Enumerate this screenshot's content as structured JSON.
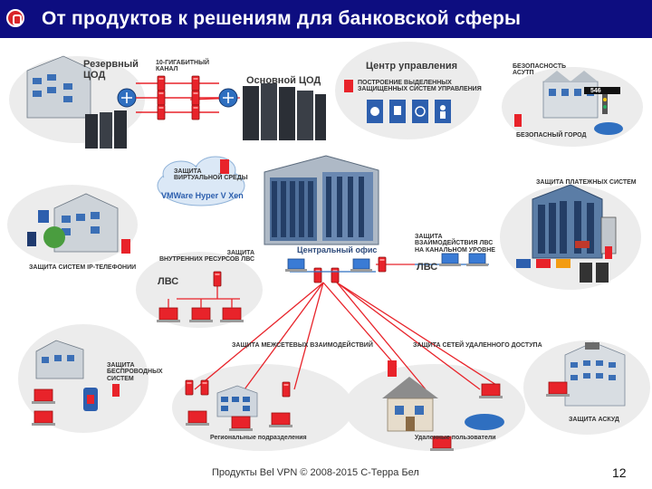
{
  "title": "От продуктов к решениям для банковской сферы",
  "footer": "Продукты Bel VPN © 2008-2015 С-Терра Бел",
  "page_number": "12",
  "labels": {
    "reserve_dc": "Резервный\nЦОД",
    "channel": "10-ГИГАБИТНЫЙ\nКАНАЛ",
    "main_dc": "Основной ЦОД",
    "control_center": "Центр управления",
    "isolated_systems": "ПОСТРОЕНИЕ ВЫДЕЛЕННЫХ\nЗАЩИЩЕННЫХ СИСТЕМ УПРАВЛЕНИЯ",
    "security_acutp": "БЕЗОПАСНОСТЬ\nАСУТП",
    "safe_city": "БЕЗОПАСНЫЙ ГОРОД",
    "virtual_env": "ЗАЩИТА\nВИРТУАЛЬНОЙ СРЕДЫ",
    "virt_products": "VMWare  Hyper V  Xen",
    "ip_telephony": "ЗАЩИТА СИСТЕМ IP-ТЕЛЕФОНИИ",
    "payment_systems": "ЗАЩИТА ПЛАТЕЖНЫХ СИСТЕМ",
    "central_office": "Центральный офис",
    "lan_resources": "ЗАЩИТА\nВНУТРЕННИХ РЕСУРСОВ ЛВС",
    "lan_left": "ЛВС",
    "lan_interaction": "ЗАЩИТА\nВЗАИМОДЕЙСТВИЯ ЛВС\nНА КАНАЛЬНОМ УРОВНЕ",
    "lan_right": "ЛВС",
    "wireless": "ЗАЩИТА\nБЕСПРОВОДНЫХ\nСИСТЕМ",
    "intersite": "ЗАЩИТА МЕЖСЕТЕВЫХ ВЗАИМОДЕЙСТВИЙ",
    "remote_access": "ЗАЩИТА СЕТЕЙ УДАЛЕННОГО ДОСТУПА",
    "acs": "ЗАЩИТА АСКУД",
    "regional": "Региональные подразделения",
    "remote_users": "Удаленные пользователи",
    "traffic_display": "546"
  },
  "colors": {
    "header_bg": "#0d0d80",
    "accent_red": "#e8232a",
    "shadow_gray": "#e6e6e6"
  }
}
